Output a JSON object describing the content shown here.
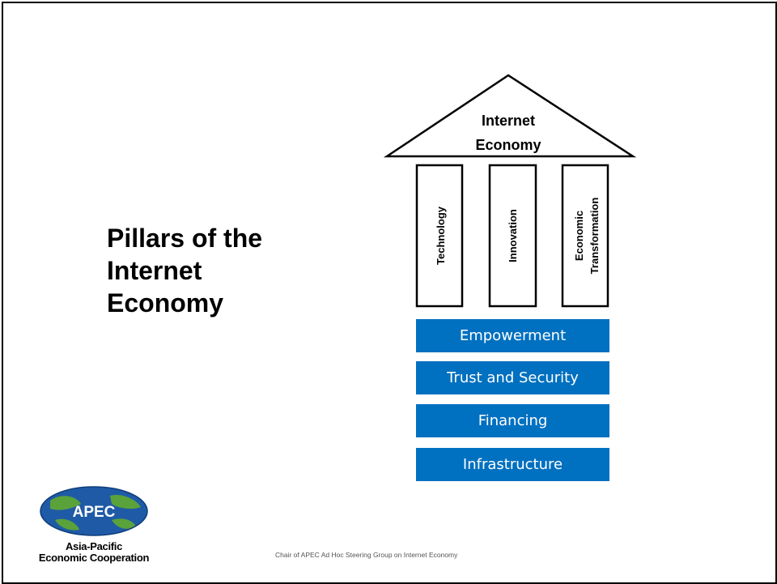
{
  "slide": {
    "title_lines": [
      "Pillars of the",
      "Internet",
      "Economy"
    ],
    "roof_lines": [
      "Internet",
      "Economy"
    ],
    "pillars": [
      {
        "lines": [
          "Technology"
        ]
      },
      {
        "lines": [
          "Innovation"
        ]
      },
      {
        "lines": [
          "Economic",
          "Transformation"
        ]
      }
    ],
    "foundation": [
      "Empowerment",
      "Trust and Security",
      "Financing",
      "Infrastructure"
    ],
    "footer": "Chair of APEC Ad Hoc Steering Group on Internet Economy",
    "logo": {
      "acronym": "APEC",
      "line1": "Asia-Pacific",
      "line2": "Economic Cooperation"
    }
  },
  "colors": {
    "foundation_fill": "#0070c0",
    "foundation_text": "#ffffff",
    "logo_blue": "#1f5aa6",
    "logo_green": "#5aa23a"
  }
}
